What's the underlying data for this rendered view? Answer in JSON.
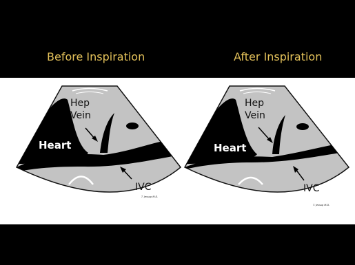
{
  "titles": {
    "before": "Before Inspiration",
    "after": "After Inspiration"
  },
  "labels": {
    "hep": "Hep",
    "vein": "Vein",
    "heart": "Heart",
    "ivc": "IVC",
    "credit": "T. Jessup M.D."
  },
  "colors": {
    "band": "#000000",
    "title": "#e3c15a",
    "tissue": "#c3c3c3",
    "dark_structure": "#000000",
    "background": "#ffffff"
  }
}
